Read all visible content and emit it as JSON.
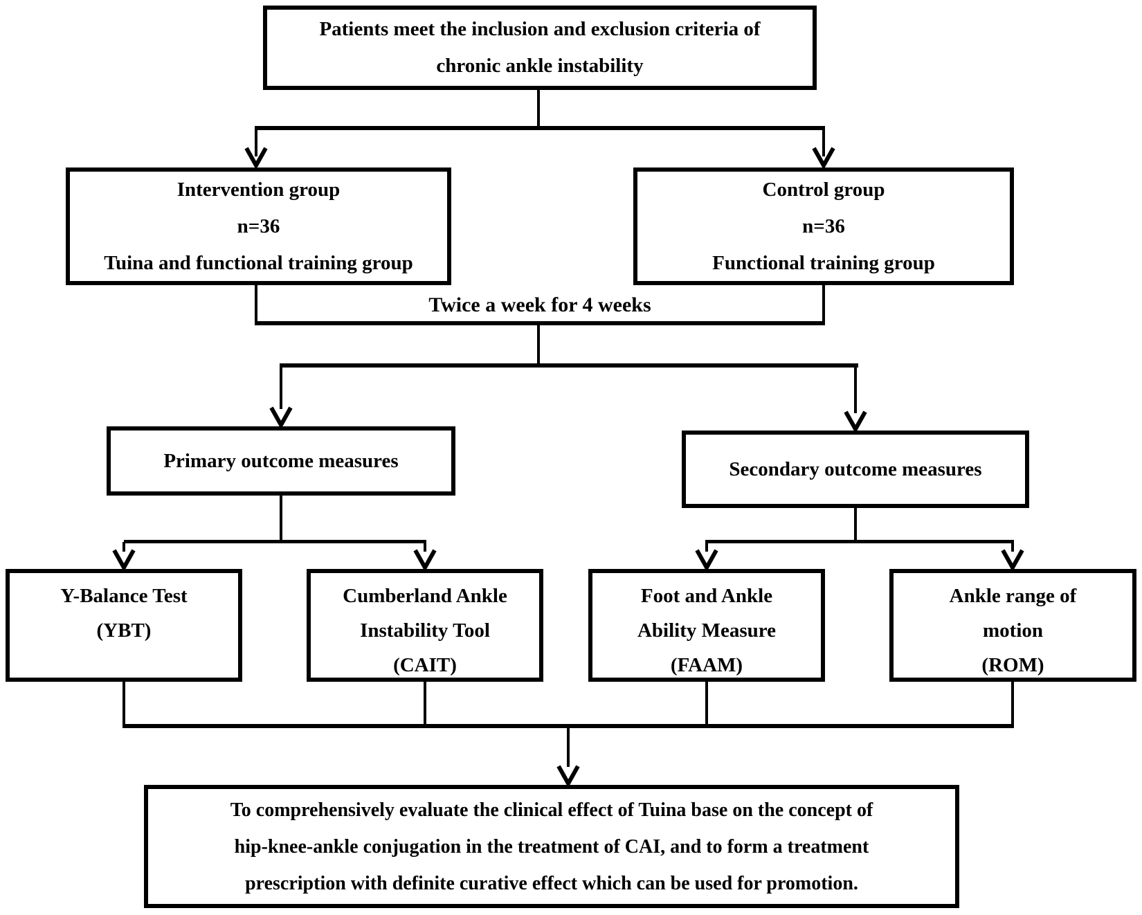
{
  "canvas": {
    "background_color": "#ffffff",
    "line_color": "#000000",
    "text_color": "#000000"
  },
  "nodes": {
    "criteria": {
      "lines": [
        "Patients meet the inclusion and exclusion criteria of",
        "chronic ankle instability"
      ]
    },
    "intervention": {
      "lines": [
        "Intervention group",
        "n=36",
        "Tuina and functional training group"
      ]
    },
    "control": {
      "lines": [
        "Control group",
        "n=36",
        "Functional training group"
      ]
    },
    "primary": {
      "lines": [
        "Primary outcome measures"
      ]
    },
    "secondary": {
      "lines": [
        "Secondary outcome measures"
      ]
    },
    "ybt": {
      "lines": [
        "Y-Balance Test",
        "(YBT)"
      ]
    },
    "cait": {
      "lines": [
        "Cumberland Ankle",
        "Instability Tool",
        "(CAIT)"
      ]
    },
    "faam": {
      "lines": [
        "Foot and Ankle",
        "Ability Measure",
        "(FAAM)"
      ]
    },
    "rom": {
      "lines": [
        "Ankle range of",
        "motion",
        "(ROM)"
      ]
    },
    "goal": {
      "lines": [
        "To comprehensively evaluate the clinical effect of Tuina base on the concept of",
        "hip-knee-ankle conjugation in the treatment of CAI, and to form a treatment",
        "prescription with definite curative effect which can be used for promotion."
      ]
    }
  },
  "edge_labels": {
    "frequency": "Twice a week for 4 weeks"
  }
}
